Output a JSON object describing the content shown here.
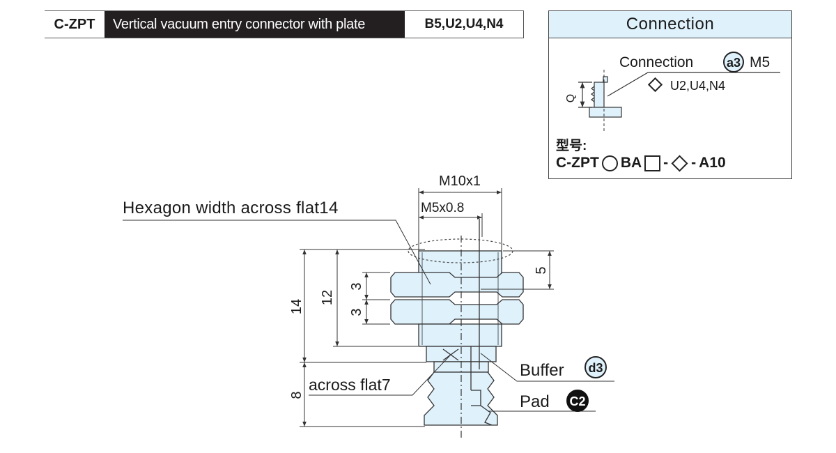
{
  "title_bar": {
    "code": "C-ZPT",
    "description": "Vertical vacuum entry connector with plate",
    "options": "B5,U2,U4,N4"
  },
  "connection_box": {
    "heading": "Connection",
    "connection_label": "Connection",
    "connection_badge": "a3",
    "connection_thread": "M5",
    "variants": "U2,U4,N4",
    "dim_q": "Q",
    "model_label": "型号:",
    "model_code_prefix": "C-ZPT",
    "model_code_ba": "BA",
    "model_code_dash1": "-",
    "model_code_dash2": "-",
    "model_code_suffix": "A10"
  },
  "drawing": {
    "thread_outer": "M10x1",
    "thread_inner": "M5x0.8",
    "hex_label": "Hexagon width across flat14",
    "dim_14": "14",
    "dim_12": "12",
    "dim_3a": "3",
    "dim_3b": "3",
    "dim_5": "5",
    "dim_8": "8",
    "across_flat": "across flat7",
    "buffer_label": "Buffer",
    "buffer_badge": "d3",
    "pad_label": "Pad",
    "pad_badge": "C2"
  },
  "colors": {
    "part_fill": "#dff1fb",
    "line": "#333333",
    "title_bg": "#231f20",
    "heading_bg": "#dff1fb"
  }
}
